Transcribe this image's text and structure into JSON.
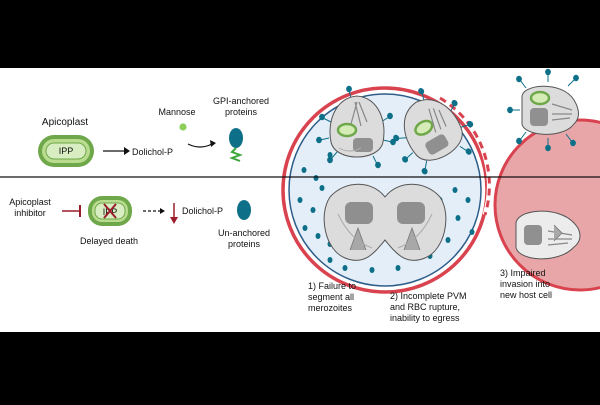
{
  "top_pathway": {
    "apicoplast_label": "Apicoplast",
    "ipp_label": "IPP",
    "dolichol_label": "Dolichol-P",
    "mannose_label": "Mannose",
    "gpi_label_line1": "GPI-anchored",
    "gpi_label_line2": "proteins"
  },
  "bottom_pathway": {
    "inhibitor_line1": "Apicoplast",
    "inhibitor_line2": "inhibitor",
    "ipp_label": "IPP",
    "delayed_death_label": "Delayed death",
    "dolichol_label": "Dolichol-P",
    "unanchored_line1": "Un-anchored",
    "unanchored_line2": "proteins"
  },
  "outcomes": {
    "o1_line1": "1) Failure to",
    "o1_line2": "segment all",
    "o1_line3": "merozoites",
    "o2_line1": "2) Incomplete PVM",
    "o2_line2": "and RBC rupture,",
    "o2_line3": "inability to egress",
    "o3_line1": "3) Impaired",
    "o3_line2": "invasion into",
    "o3_line3": "new host cell"
  },
  "colors": {
    "apicoplast_green": "#6fa84a",
    "apicoplast_fill": "#b9dc8f",
    "protein_teal": "#0d7088",
    "gpi_anchor_green": "#3aa63a",
    "inhibitor_red": "#9b1c2a",
    "rbc_red": "#d9434f",
    "rbc_fill": "#e8a6a9",
    "pvm_blue": "#2d5d8a"
  }
}
